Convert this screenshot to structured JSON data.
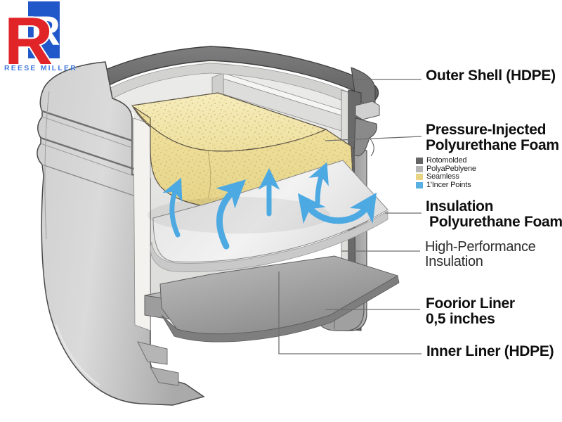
{
  "logo": {
    "monogram": "R",
    "wordmark": "REESE MILLER",
    "colors": {
      "red": "#e02428",
      "blue": "#2158c9",
      "wordmark_blue": "#4079dd"
    }
  },
  "callouts": {
    "outer_shell": {
      "text": "Outer Shell (HDPE)"
    },
    "pressure_foam": {
      "line1": "Pressure-Injected",
      "line2": "Polyurethane Foam"
    },
    "insulation_foam": {
      "line1": "Insulation",
      "line2": "Polyurethane Foam"
    },
    "high_performance": {
      "line1": "High-Performance",
      "line2": "Insulation"
    },
    "foorior_liner": {
      "line1": "Foorior Liner",
      "line2": "0,5 inches"
    },
    "inner_liner": {
      "text": "Inner Liner (HDPE)"
    }
  },
  "legend": {
    "items": [
      {
        "label": "Rotomolded",
        "color": "#656565"
      },
      {
        "label": "PolyaPeblyene",
        "color": "#b5b5b5"
      },
      {
        "label": "Seamless",
        "color": "#e7d584"
      },
      {
        "label": "1'Incer Points",
        "color": "#58afe1"
      }
    ]
  },
  "diagram": {
    "subject": "rotomolded cooler cutaway",
    "colors": {
      "foam": "#efe2a4",
      "foam_speckle": "#d2bd79",
      "airflow_arrow": "#4da9e2",
      "shell_rim": "#6c6c6c",
      "shell_body": "#c0c0c0",
      "insulation_sheet": "#e8e8e8",
      "inner_liner_sheet": "#9a9a9a",
      "leader_line": "#6e6e6e"
    }
  }
}
